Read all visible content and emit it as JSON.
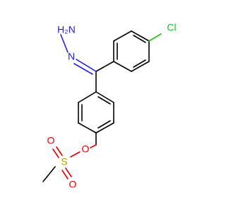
{
  "molecule": {
    "atoms": {
      "hydrazine_n_terminal": {
        "label": "H₂N",
        "color": "#1f1fe0"
      },
      "hydrazone_n": {
        "label": "N",
        "color": "#1f1fe0"
      },
      "chlorine": {
        "label": "Cl",
        "color": "#1fbf1f"
      },
      "ester_oxygen": {
        "label": "O",
        "color": "#e00000"
      },
      "sulfur": {
        "label": "S",
        "color": "#b5a000"
      },
      "sulfonyl_oxygen_top": {
        "label": "O",
        "color": "#e00000"
      },
      "sulfonyl_oxygen_bottom": {
        "label": "O",
        "color": "#e00000"
      }
    }
  }
}
